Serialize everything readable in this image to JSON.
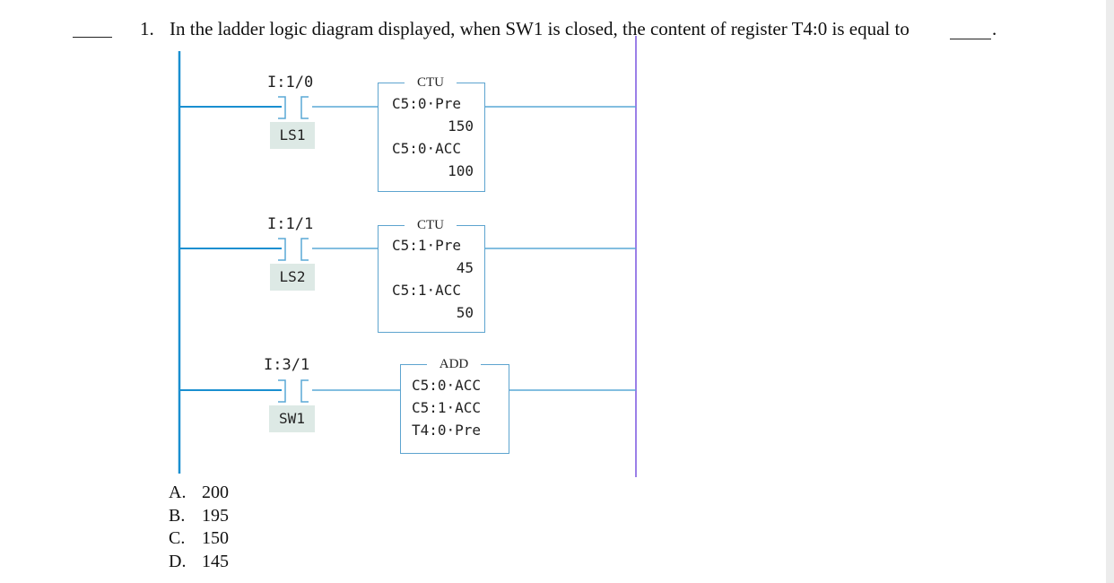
{
  "question": {
    "number": "1.",
    "text": "In the ladder logic diagram displayed, when SW1 is closed, the content of register T4:0 is equal to",
    "blank_after": "."
  },
  "ladder": {
    "rungs": [
      {
        "contact_address": "I:1/0",
        "contact_label": "LS1",
        "instruction": "CTU",
        "lines": [
          "C5:0·Pre",
          "150",
          "C5:0·ACC",
          "100"
        ]
      },
      {
        "contact_address": "I:1/1",
        "contact_label": "LS2",
        "instruction": "CTU",
        "lines": [
          "C5:1·Pre",
          "45",
          "C5:1·ACC",
          "50"
        ]
      },
      {
        "contact_address": "I:3/1",
        "contact_label": "SW1",
        "instruction": "ADD",
        "lines": [
          "C5:0·ACC",
          "C5:1·ACC",
          "T4:0·Pre"
        ]
      }
    ],
    "colors": {
      "rail": "#1a8fd0",
      "wire": "#5aa8d6",
      "right_rail": "#7a55e0",
      "label_bg": "#dde9e5"
    }
  },
  "options": [
    {
      "letter": "A.",
      "value": "200"
    },
    {
      "letter": "B.",
      "value": "195"
    },
    {
      "letter": "C.",
      "value": "150"
    },
    {
      "letter": "D.",
      "value": "145"
    }
  ]
}
